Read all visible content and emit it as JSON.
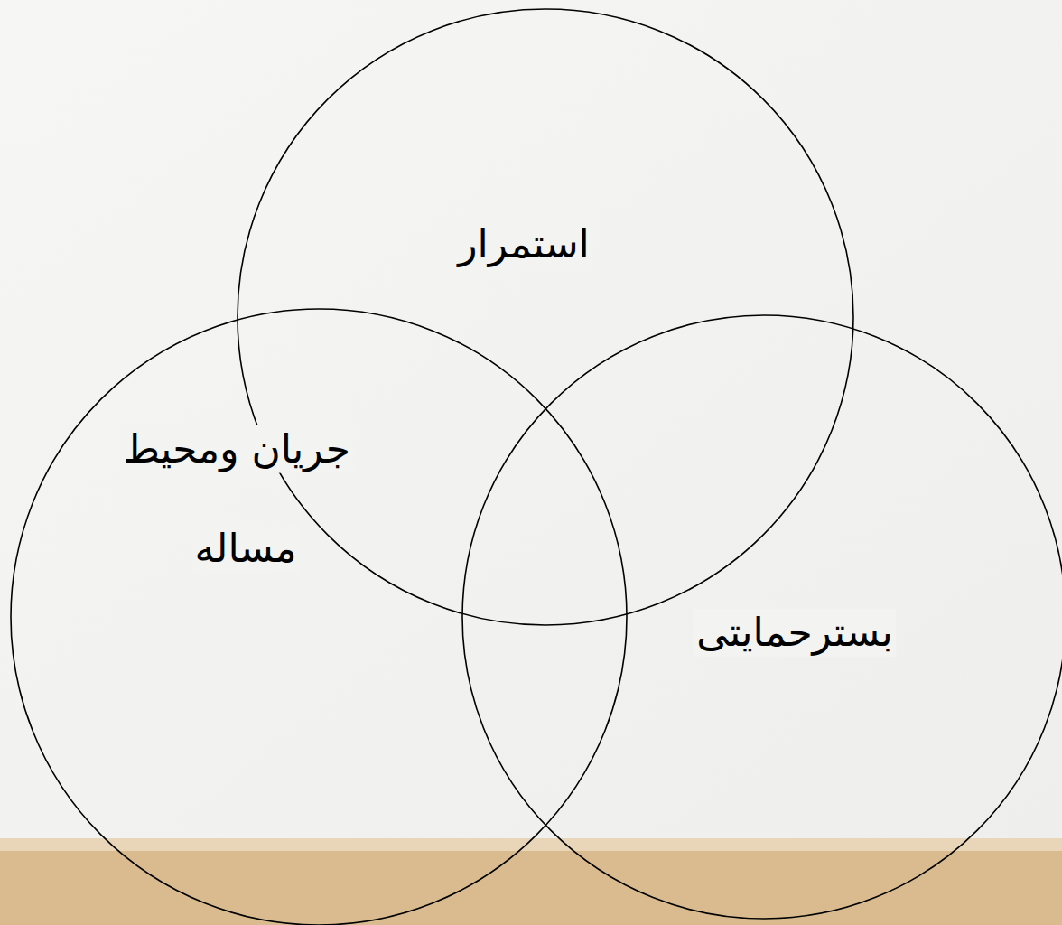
{
  "diagram": {
    "nodes": [
      {
        "text": [
          "استمرار"
        ]
      },
      {
        "text": [
          "جریان ومحیط",
          "مساله"
        ]
      },
      {
        "text": [
          "بسترحمایتی"
        ]
      }
    ]
  }
}
